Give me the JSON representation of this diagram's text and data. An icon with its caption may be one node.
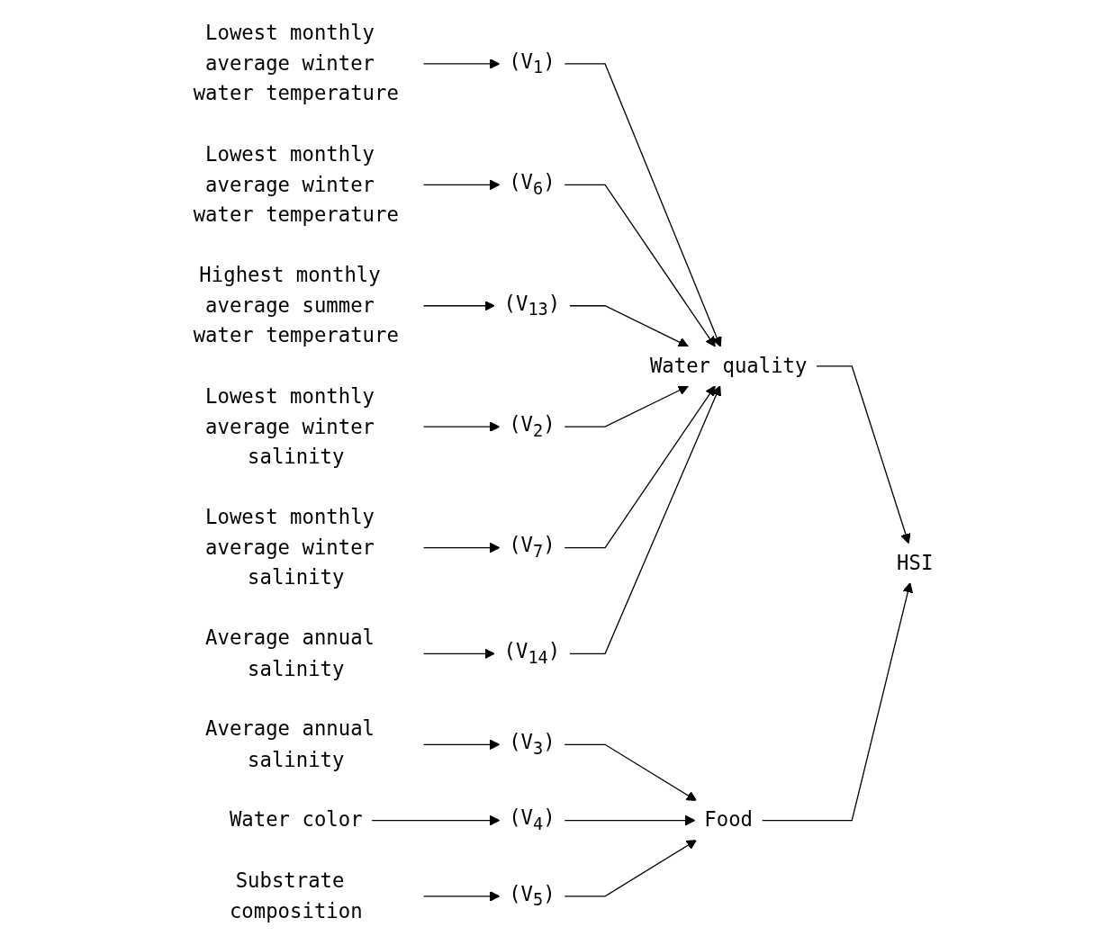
{
  "diagram": {
    "nodes": [
      {
        "text": [
          "Lowest monthly average winter water temperature"
        ]
      },
      {
        "text": [
          "(V$_{1}$)"
        ]
      },
      {
        "text": [
          "Lowest monthly average winter water temperature"
        ]
      },
      {
        "text": [
          "(V$_{6}$)"
        ]
      },
      {
        "text": [
          "Highest monthly average summer water temperature"
        ]
      },
      {
        "text": [
          "(V$_{13}$)"
        ]
      },
      {
        "text": [
          "Lowest monthly average winter salinity"
        ]
      },
      {
        "text": [
          "(V$_{2}$)"
        ]
      },
      {
        "text": [
          "Lowest monthly average winter salinity"
        ]
      },
      {
        "text": [
          "(V$_{7}$)"
        ]
      },
      {
        "text": [
          "Average annual salinity"
        ]
      },
      {
        "text": [
          "(V$_{14}$)"
        ]
      },
      {
        "text": [
          "Water quality"
        ]
      },
      {
        "text": [
          "HSI"
        ]
      },
      {
        "text": [
          "Average annual salinity"
        ]
      },
      {
        "text": [
          "(V$_{3}$)"
        ]
      },
      {
        "text": [
          "Water color"
        ]
      },
      {
        "text": [
          "(V$_{4}$)"
        ]
      },
      {
        "text": [
          "Substrate composition"
        ]
      },
      {
        "text": [
          "(V$_{5}$)"
        ]
      },
      {
        "text": [
          "Food"
        ]
      }
    ],
    "edges": [
      {
        "from": 0,
        "to": 1,
        "arrow": "to"
      },
      {
        "from": 2,
        "to": 3,
        "arrow": "to"
      },
      {
        "from": 4,
        "to": 5,
        "arrow": "to"
      },
      {
        "from": 6,
        "to": 7,
        "arrow": "to"
      },
      {
        "from": 8,
        "to": 9,
        "arrow": "to"
      },
      {
        "from": 10,
        "to": 11,
        "arrow": "to"
      },
      {
        "from": 1,
        "to": 12,
        "arrow": "to"
      },
      {
        "from": 3,
        "to": 12,
        "arrow": "to"
      },
      {
        "from": 5,
        "to": 12,
        "arrow": "to"
      },
      {
        "from": 7,
        "to": 12,
        "arrow": "to"
      },
      {
        "from": 9,
        "to": 12,
        "arrow": "to"
      },
      {
        "from": 11,
        "to": 12,
        "arrow": "to"
      },
      {
        "from": 14,
        "to": 15,
        "arrow": "to"
      },
      {
        "from": 16,
        "to": 17,
        "arrow": "to"
      },
      {
        "from": 18,
        "to": 19,
        "arrow": "to"
      },
      {
        "from": 15,
        "to": 20,
        "arrow": "to"
      },
      {
        "from": 17,
        "to": 20,
        "arrow": "to"
      },
      {
        "from": 19,
        "to": 20,
        "arrow": "to"
      },
      {
        "from": 12,
        "to": 13,
        "arrow": "to"
      },
      {
        "from": 20,
        "to": 13,
        "arrow": "to"
      }
    ]
  }
}
